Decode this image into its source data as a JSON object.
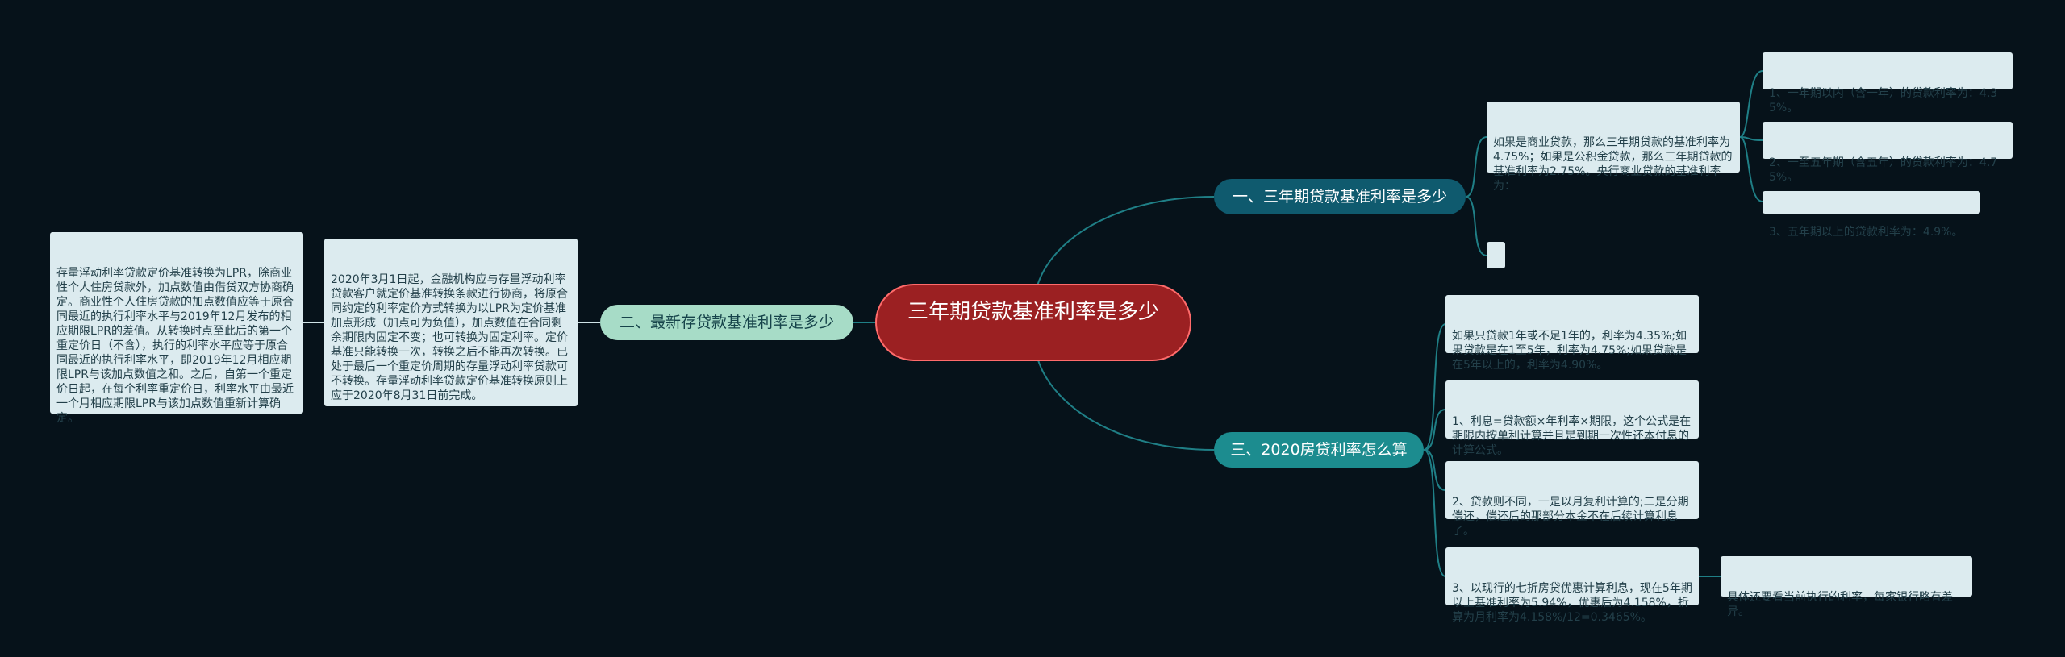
{
  "root": {
    "title": "三年期贷款基准利率是多少"
  },
  "branches": [
    {
      "label": "一、三年期贷款基准利率是多少",
      "leaves": [
        {
          "text": "如果是商业贷款，那么三年期贷款的基准利率为4.75%；如果是公积金贷款，那么三年期贷款的基准利率为2.75%。央行商业贷款的基准利率为：",
          "children": [
            "1、一年期以内（含一年）的贷款利率为：4.35%。",
            "2、一至五年期（含五年）的贷款利率为：4.75%。",
            "3、五年期以上的贷款利率为：4.9%。"
          ]
        },
        {
          "text": ""
        }
      ]
    },
    {
      "label": "二、最新存贷款基准利率是多少",
      "leaves": [
        {
          "text": "2020年3月1日起，金融机构应与存量浮动利率贷款客户就定价基准转换条款进行协商，将原合同约定的利率定价方式转换为以LPR为定价基准加点形成（加点可为负值），加点数值在合同剩余期限内固定不变；也可转换为固定利率。定价基准只能转换一次，转换之后不能再次转换。已处于最后一个重定价周期的存量浮动利率贷款可不转换。存量浮动利率贷款定价基准转换原则上应于2020年8月31日前完成。",
          "children": [
            "存量浮动利率贷款定价基准转换为LPR，除商业性个人住房贷款外，加点数值由借贷双方协商确定。商业性个人住房贷款的加点数值应等于原合同最近的执行利率水平与2019年12月发布的相应期限LPR的差值。从转换时点至此后的第一个重定价日（不含），执行的利率水平应等于原合同最近的执行利率水平，即2019年12月相应期限LPR与该加点数值之和。之后，自第一个重定价日起，在每个利率重定价日，利率水平由最近一个月相应期限LPR与该加点数值重新计算确定。"
          ]
        }
      ]
    },
    {
      "label": "三、2020房贷利率怎么算",
      "leaves": [
        {
          "text": "如果只贷款1年或不足1年的，利率为4.35%;如果贷款是在1至5年，利率为4.75%;如果贷款是在5年以上的，利率为4.90%。"
        },
        {
          "text": "1、利息=贷款额×年利率×期限，这个公式是在期限内按单利计算并且是到期一次性还本付息的计算公式。"
        },
        {
          "text": "2、贷款则不同，一是以月复利计算的;二是分期偿还，偿还后的那部分本金不在后续计算利息了。"
        },
        {
          "text": "3、以现行的七折房贷优惠计算利息，现在5年期以上基准利率为5.94%，优惠后为4.158%，折算为月利率为4.158%/12=0.3465%。",
          "children": [
            "具体还要看当前执行的利率，每家银行略有差异。"
          ]
        }
      ]
    }
  ],
  "colors": {
    "background": "#06121a",
    "root_fill": "#9b2022",
    "root_border": "#ff6b6b",
    "branch_1": "#0f5a6e",
    "branch_2": "#a7dcc7",
    "branch_3": "#1c8c8f",
    "leaf_fill": "#dcebef",
    "link_teal": "#1f7f86",
    "link_light": "#cfe3e6"
  }
}
